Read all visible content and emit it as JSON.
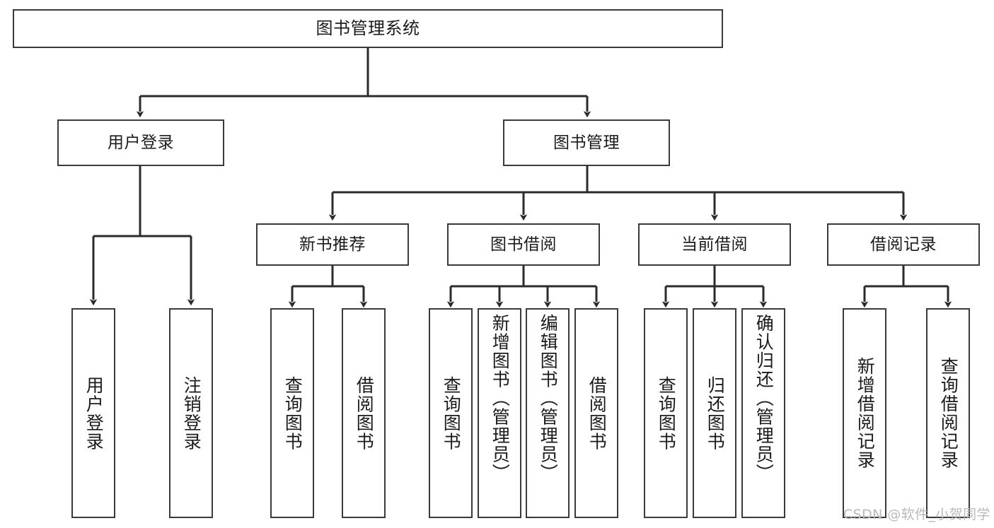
{
  "diagram": {
    "title": "图书管理系统",
    "type": "hierarchy-tree",
    "watermark": "CSDN @软件_小贺同学",
    "colors": {
      "box_border": "#3a3a3a",
      "box_fill": "#ffffff",
      "text": "#1b1b1b",
      "connector": "#2b2b2b",
      "watermark": "#b9b9b9",
      "background": "#ffffff"
    },
    "root": {
      "label": "图书管理系统"
    },
    "level2": [
      {
        "label": "用户登录"
      },
      {
        "label": "图书管理"
      }
    ],
    "level3": [
      {
        "label": "新书推荐"
      },
      {
        "label": "图书借阅"
      },
      {
        "label": "当前借阅"
      },
      {
        "label": "借阅记录"
      }
    ],
    "leaves": {
      "user_login": [
        {
          "label": "用户登录"
        },
        {
          "label": "注销登录"
        }
      ],
      "new_book": [
        {
          "label": "查询图书"
        },
        {
          "label": "借阅图书"
        }
      ],
      "borrow": [
        {
          "label": "查询图书"
        },
        {
          "label": "新增图书（管理员）"
        },
        {
          "label": "编辑图书（管理员）"
        },
        {
          "label": "借阅图书"
        }
      ],
      "current": [
        {
          "label": "查询图书"
        },
        {
          "label": "归还图书"
        },
        {
          "label": "确认归还（管理员）"
        }
      ],
      "records": [
        {
          "label": "新增借阅记录"
        },
        {
          "label": "查询借阅记录"
        }
      ]
    }
  }
}
